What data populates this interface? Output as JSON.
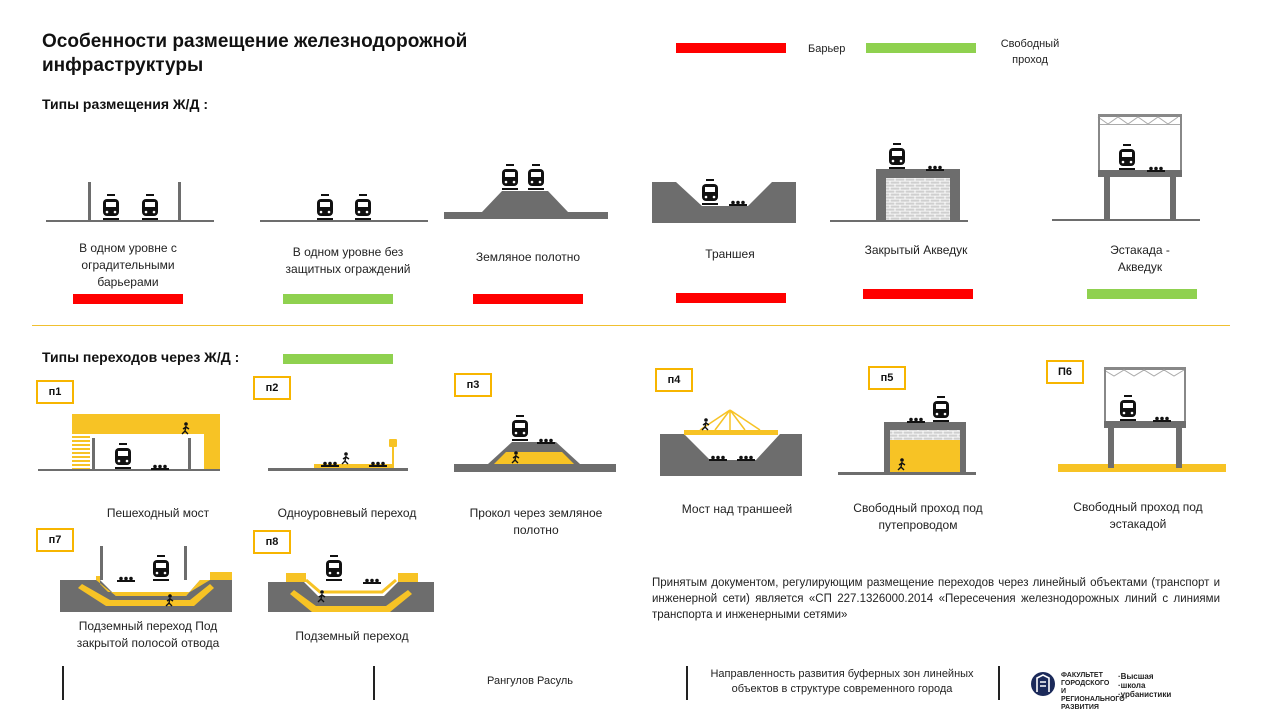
{
  "title": "Особенности размещение железнодорожной инфраструктуры",
  "legend": {
    "barrier_label": "Барьер",
    "free_label": "Свободный проход",
    "colors": {
      "barrier": "#ff0000",
      "free": "#8fd14f",
      "accent": "#f7b500",
      "ground": "#6d6d6d"
    }
  },
  "placement": {
    "heading": "Типы размещения Ж/Д :",
    "items": [
      {
        "label": "В одном уровне с оградительными барьерами",
        "status": "barrier"
      },
      {
        "label": "В одном уровне без защитных ограждений",
        "status": "free"
      },
      {
        "label": "Земляное полотно",
        "status": "barrier"
      },
      {
        "label": "Траншея",
        "status": "barrier"
      },
      {
        "label": "Закрытый Акведук",
        "status": "barrier"
      },
      {
        "label": "Эстакада - Акведук",
        "status": "free"
      }
    ]
  },
  "crossings": {
    "heading": "Типы переходов  через Ж/Д :",
    "items": [
      {
        "badge": "п1",
        "label": "Пешеходный  мост"
      },
      {
        "badge": "п2",
        "label": "Одноуровневый  переход"
      },
      {
        "badge": "п3",
        "label": "Прокол  через  земляное полотно"
      },
      {
        "badge": "п4",
        "label": "Мост над траншеей"
      },
      {
        "badge": "п5",
        "label": "Свободный  проход  под путепроводом"
      },
      {
        "badge": "П6",
        "label": "Свободный  проход  под эстакадой"
      },
      {
        "badge": "п7",
        "label": "Подземный  переход Под закрытой полосой отвода"
      },
      {
        "badge": "п8",
        "label": "Подземный  переход"
      }
    ]
  },
  "note": "Принятым документом, регулирующим размещение переходов через линейный объектами (транспорт и инженерной сети) является «СП 227.1326000.2014 «Пересечения железнодорожных линий с линиями транспорта и инженерными сетями»",
  "footer": {
    "author": "Рангулов Расуль",
    "topic": "Направленность развития буферных зон линейных объектов в структуре современного города",
    "faculty": "ФАКУЛЬТЕТ ГОРОДСКОГО И РЕГИОНАЛЬНОГО РАЗВИТИЯ",
    "school": "·Высшая ·школа ·урбанистики"
  }
}
